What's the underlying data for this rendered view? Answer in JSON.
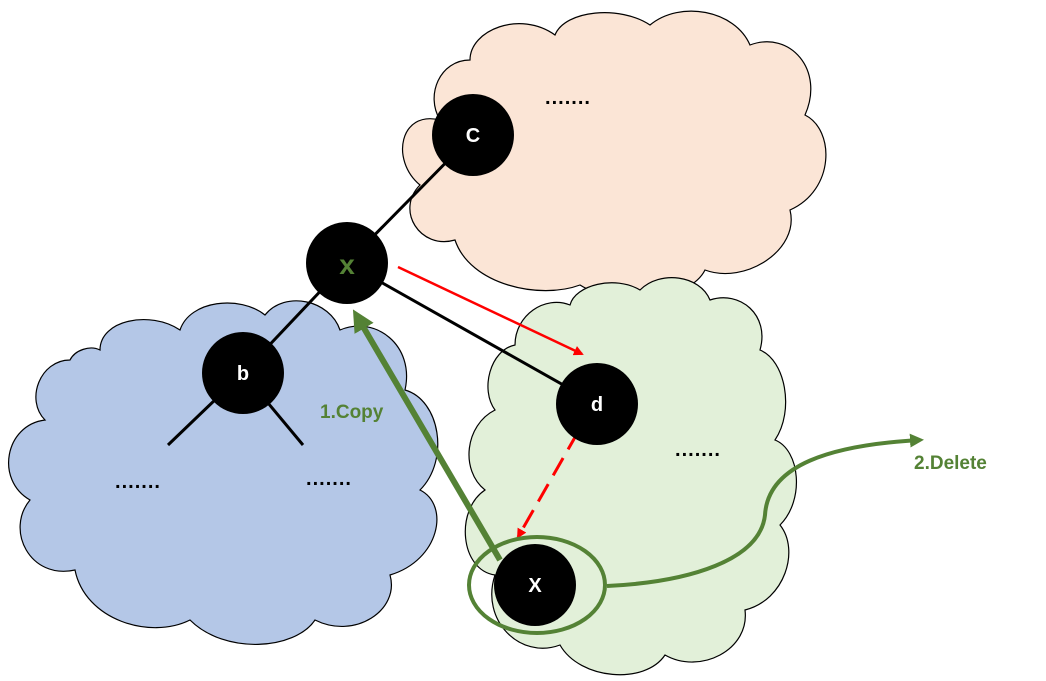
{
  "colors": {
    "cloud_orange": "#fbe5d6",
    "cloud_blue": "#b4c7e7",
    "cloud_green": "#e2f0d9",
    "node_fill": "#000000",
    "edge": "#000000",
    "red_arrow": "#ff0000",
    "green_accent": "#548235"
  },
  "nodes": {
    "c": "C",
    "x_top": "x",
    "b": "b",
    "d": "d",
    "x_bottom": "X"
  },
  "ellipsis": {
    "top_cloud": ".......",
    "left_cloud_left": ".......",
    "left_cloud_right": ".......",
    "right_cloud": "......."
  },
  "steps": {
    "copy": "1.Copy",
    "delete": "2.Delete"
  }
}
